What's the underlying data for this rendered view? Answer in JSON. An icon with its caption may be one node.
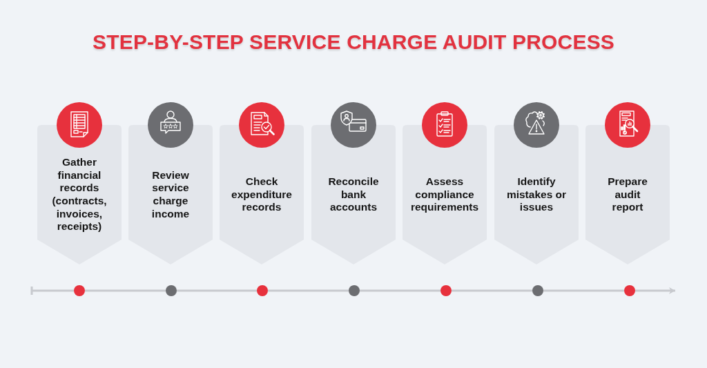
{
  "diagram": {
    "title": "STEP-BY-STEP SERVICE CHARGE AUDIT PROCESS",
    "nodes": [
      {
        "text": [
          "Gather financial records (contracts, invoices, receipts)"
        ]
      },
      {
        "text": [
          "Review service charge income"
        ]
      },
      {
        "text": [
          "Check expenditure records"
        ]
      },
      {
        "text": [
          "Reconcile bank accounts"
        ]
      },
      {
        "text": [
          "Assess compliance requirements"
        ]
      },
      {
        "text": [
          "Identify mistakes or issues"
        ]
      },
      {
        "text": [
          "Prepare audit report"
        ]
      },
      {
        "text": [],
        "shape": "circle"
      },
      {
        "text": [],
        "shape": "circle"
      },
      {
        "text": [],
        "shape": "circle"
      },
      {
        "text": [],
        "shape": "circle"
      },
      {
        "text": [],
        "shape": "circle"
      },
      {
        "text": [],
        "shape": "circle"
      },
      {
        "text": [],
        "shape": "circle"
      }
    ],
    "edges": [
      {
        "from": null,
        "to": 7,
        "arrow": "other"
      },
      {
        "from": 7,
        "to": 8,
        "arrow": "none"
      },
      {
        "from": 8,
        "to": 9,
        "arrow": "none"
      },
      {
        "from": 9,
        "to": 10,
        "arrow": "none"
      },
      {
        "from": 10,
        "to": 11,
        "arrow": "none"
      },
      {
        "from": 11,
        "to": 12,
        "arrow": "none"
      },
      {
        "from": 12,
        "to": 13,
        "arrow": "none"
      },
      {
        "from": 13,
        "to": null,
        "arrow": "to"
      }
    ]
  }
}
